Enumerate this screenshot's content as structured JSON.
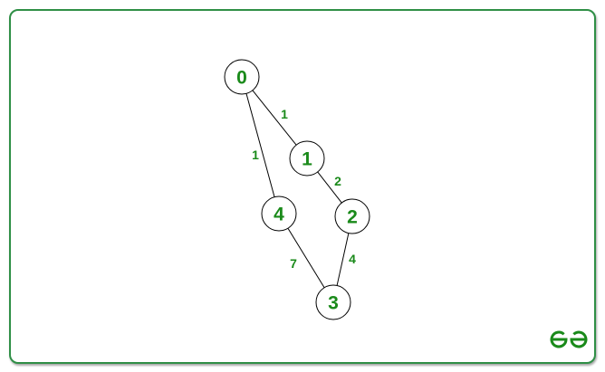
{
  "colors": {
    "accent": "#1a8a1a",
    "border": "#2f8f46",
    "edge": "#000000"
  },
  "graph": {
    "nodes": [
      {
        "id": "0",
        "label": "0"
      },
      {
        "id": "1",
        "label": "1"
      },
      {
        "id": "2",
        "label": "2"
      },
      {
        "id": "3",
        "label": "3"
      },
      {
        "id": "4",
        "label": "4"
      }
    ],
    "edges": [
      {
        "from": "0",
        "to": "1",
        "weight": "1"
      },
      {
        "from": "0",
        "to": "4",
        "weight": "1"
      },
      {
        "from": "1",
        "to": "2",
        "weight": "2"
      },
      {
        "from": "2",
        "to": "3",
        "weight": "4"
      },
      {
        "from": "4",
        "to": "3",
        "weight": "7"
      }
    ]
  },
  "logo": {
    "icon": "gfg-logo-icon"
  }
}
